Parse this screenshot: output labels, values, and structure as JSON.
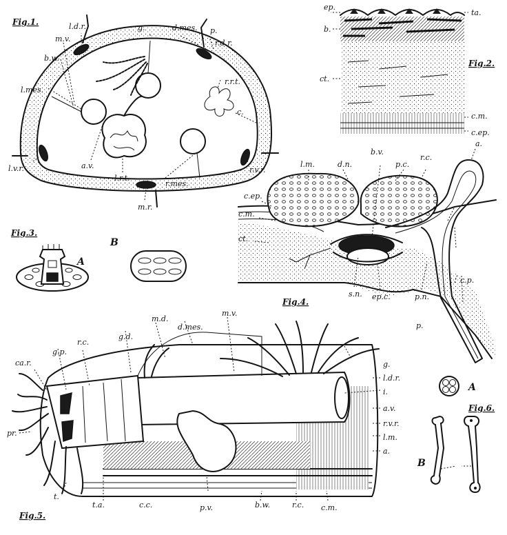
{
  "figures": {
    "fig1": {
      "title": "Fig.1.",
      "labels": {
        "ldr": "l.d.r.",
        "g": "g.",
        "dmes": "d.mes.",
        "p": "p.",
        "rdr": "r.d.r.",
        "mv": "m.v.",
        "bw": "b.w.",
        "rrt": "r.r.t.",
        "lmes": "l.mes.",
        "c": "c.",
        "lvr": "l.v.r.",
        "av": "a.v.",
        "lrt": "l.r.t.",
        "mr": "m.r.",
        "rmes": "r.mes.",
        "rvr": "r.v.r."
      }
    },
    "fig2": {
      "title": "Fig.2.",
      "labels": {
        "ep": "ep.",
        "ta": "ta.",
        "b": "b.",
        "ct": "ct.",
        "cm": "c.m.",
        "cep": "c.ep."
      }
    },
    "fig3": {
      "title": "Fig.3.",
      "labels": {
        "A": "A",
        "B": "B"
      }
    },
    "fig4": {
      "title": "Fig.4.",
      "labels": {
        "lm": "l.m.",
        "dn": "d.n.",
        "bv": "b.v.",
        "pc": "p.c.",
        "rc": "r.c.",
        "a": "a.",
        "cep": "c.ep.",
        "cm": "c.m.",
        "ct": "ct.",
        "sn": "s.n.",
        "epc": "ep.c.",
        "pn": "p.n.",
        "cp": "c.p.",
        "p": "p."
      }
    },
    "fig5": {
      "title": "Fig.5.",
      "labels": {
        "md": "m.d.",
        "mv": "m.v.",
        "dmes": "d.mes.",
        "gd": "g.d.",
        "rc": "r.c.",
        "gp": "g.p.",
        "car": "ca.r.",
        "g": "g.",
        "ldr": "l.d.r.",
        "i": "i.",
        "av": "a.v.",
        "rvr": "r.v.r.",
        "lm": "l.m.",
        "a": "a.",
        "pr": "pr.",
        "t": "t.",
        "ta": "t.a.",
        "cc": "c.c.",
        "pv": "p.v.",
        "bw": "b.w.",
        "rc2": "r.c.",
        "cm": "c.m."
      }
    },
    "fig6": {
      "title": "Fig.6.",
      "labels": {
        "A": "A",
        "B": "B"
      }
    }
  }
}
